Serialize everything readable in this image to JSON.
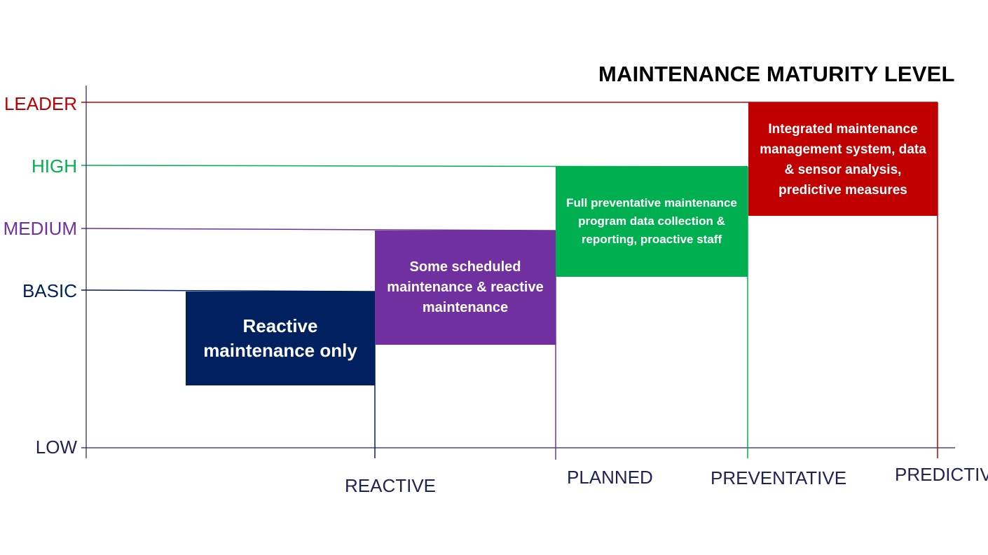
{
  "title": "MAINTENANCE MATURITY LEVEL",
  "y_levels": [
    {
      "label": "LEADER",
      "color": "#c00000"
    },
    {
      "label": "HIGH",
      "color": "#00b050"
    },
    {
      "label": "MEDIUM",
      "color": "#7030a0"
    },
    {
      "label": "BASIC",
      "color": "#002060"
    },
    {
      "label": "LOW",
      "color": "#1f2354"
    }
  ],
  "x_stages": [
    {
      "label": "REACTIVE"
    },
    {
      "label": "PLANNED"
    },
    {
      "label": "PREVENTATIVE"
    },
    {
      "label": "PREDICTIVE"
    }
  ],
  "boxes": [
    {
      "text": "Reactive maintenance only",
      "color": "#002060"
    },
    {
      "text": "Some scheduled maintenance & reactive maintenance",
      "color": "#7030a0"
    },
    {
      "text": "Full preventative maintenance program data collection & reporting, proactive staff",
      "color": "#00b050"
    },
    {
      "text": "Integrated maintenance management system, data & sensor analysis, predictive measures",
      "color": "#c00000"
    }
  ],
  "axis_color": "#1f2354"
}
